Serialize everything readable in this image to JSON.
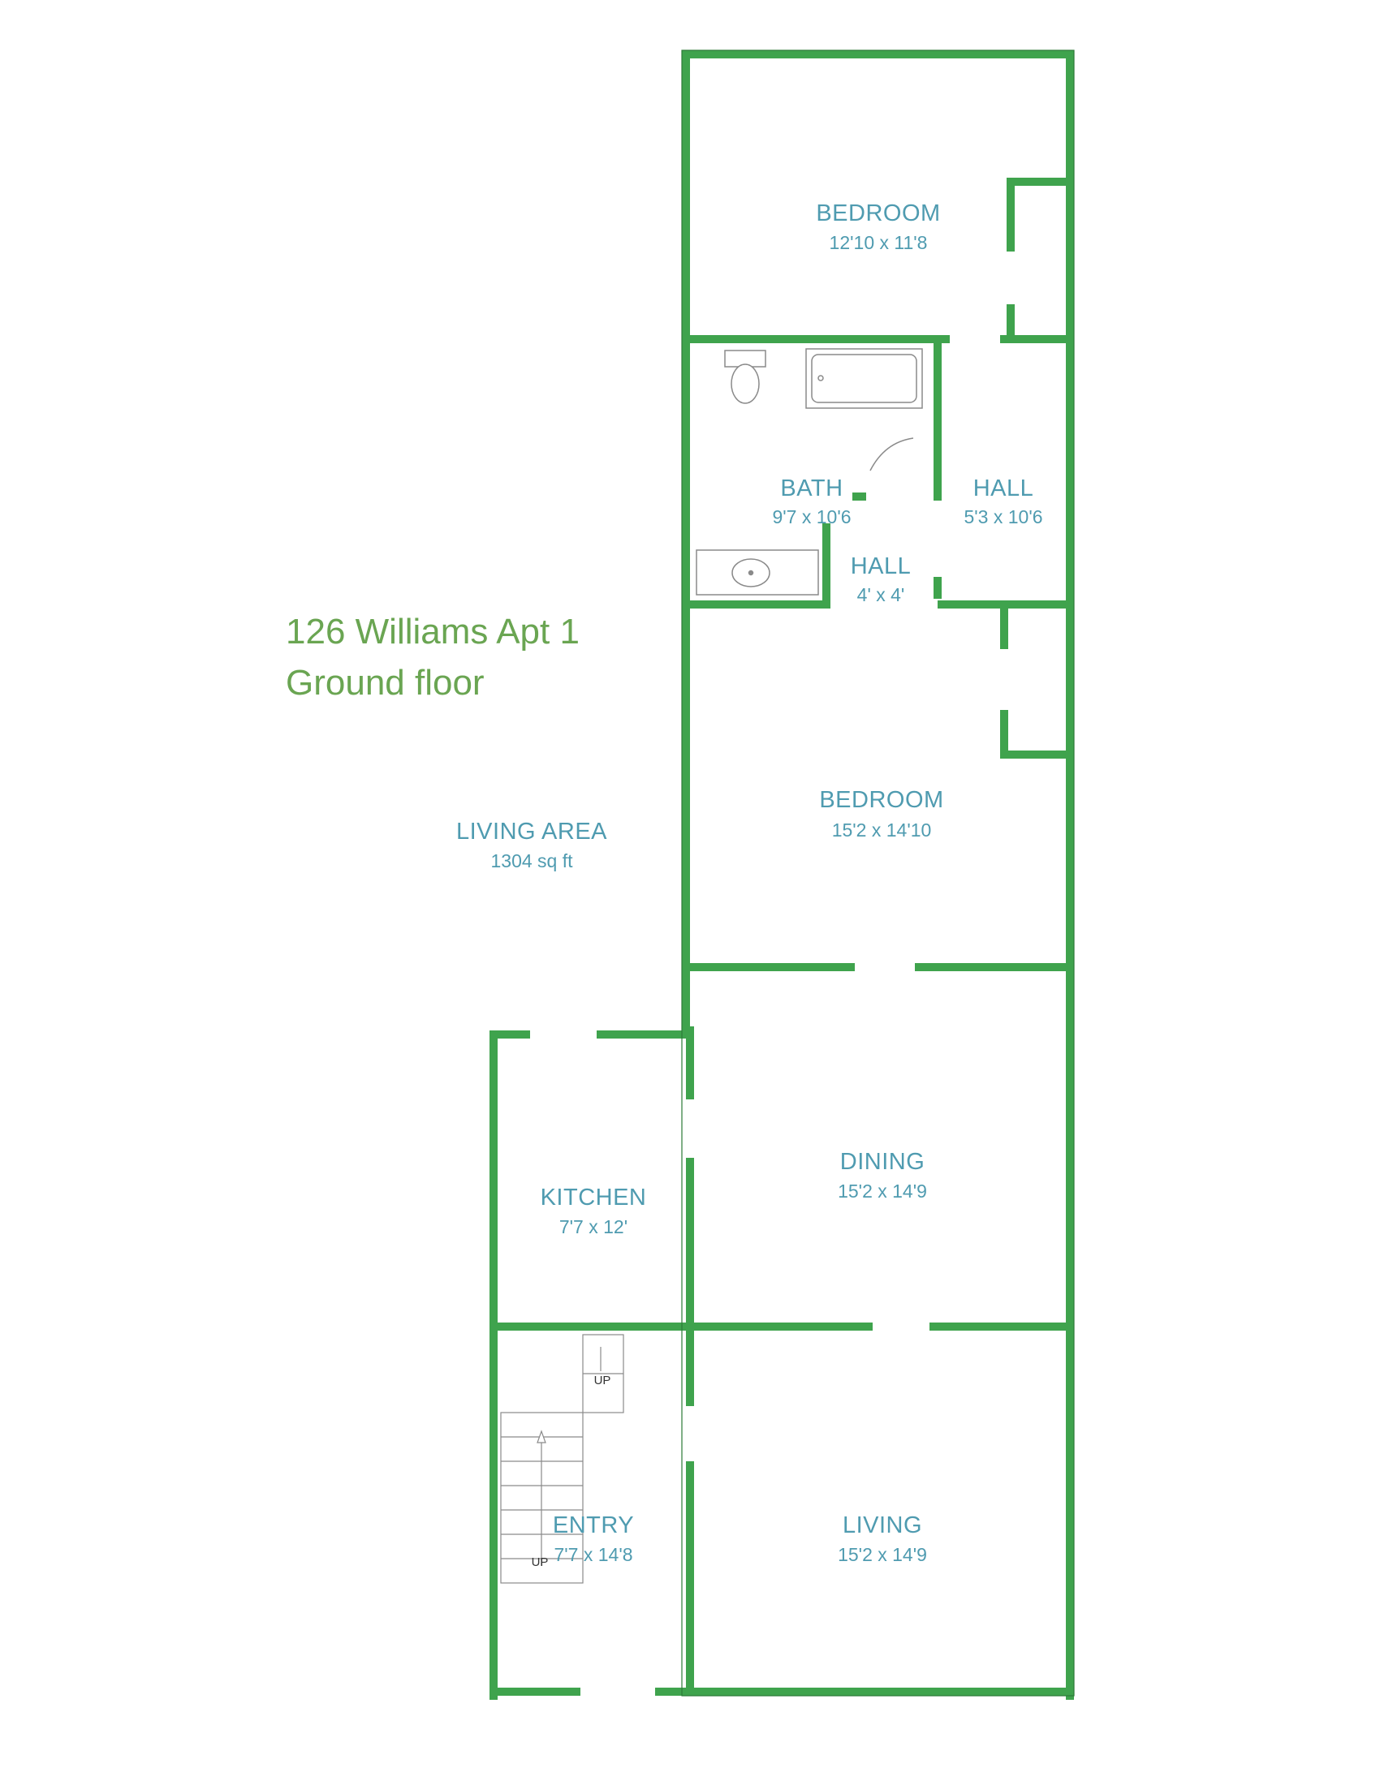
{
  "title": {
    "line1": "126 Williams Apt 1",
    "line2": "Ground floor"
  },
  "summary": {
    "label": "LIVING AREA",
    "value": "1304 sq ft"
  },
  "rooms": [
    {
      "name": "BEDROOM",
      "dims": "12'10 x 11'8"
    },
    {
      "name": "BATH",
      "dims": "9'7 x 10'6"
    },
    {
      "name": "HALL",
      "dims": "5'3 x 10'6"
    },
    {
      "name": "HALL",
      "dims": "4' x 4'"
    },
    {
      "name": "BEDROOM",
      "dims": "15'2 x 14'10"
    },
    {
      "name": "KITCHEN",
      "dims": "7'7 x 12'"
    },
    {
      "name": "DINING",
      "dims": "15'2 x 14'9"
    },
    {
      "name": "ENTRY",
      "dims": "7'7 x 14'8"
    },
    {
      "name": "LIVING",
      "dims": "15'2 x 14'9"
    }
  ],
  "stairs": {
    "up_label_1": "UP",
    "up_label_2": "UP"
  },
  "colors": {
    "wall": "#3fa34d",
    "wall_edge": "#2c7a37",
    "room_text": "#4f9bb0",
    "title_text": "#6aa552",
    "fixture": "#8a8a8a"
  }
}
